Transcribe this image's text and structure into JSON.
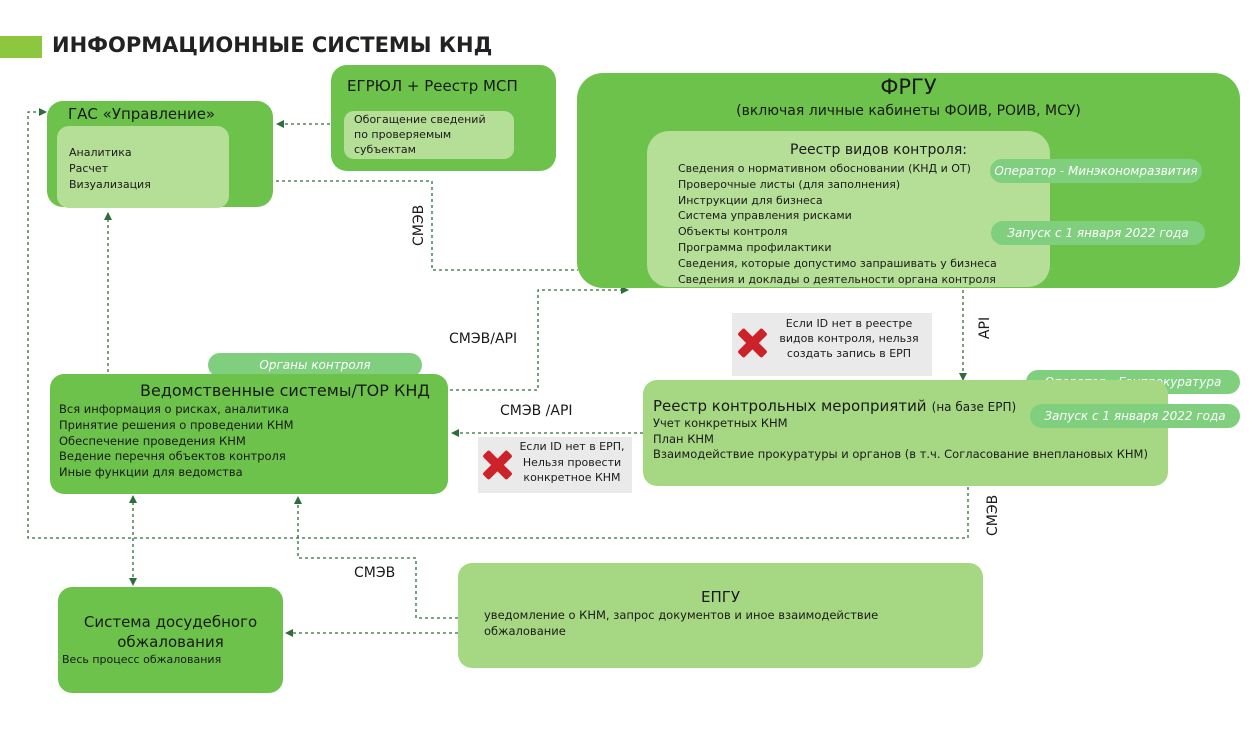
{
  "page_title": "ИНФОРМАЦИОННЫЕ СИСТЕМЫ КНД",
  "colors": {
    "dark_green": "#6cc24a",
    "light_green": "#a6d884",
    "pill_green": "#7fcf7f",
    "arrow": "#2e6e3a",
    "red_x": "#cc2229"
  },
  "gas": {
    "title": "ГАС «Управление»",
    "items": [
      "Аналитика",
      "Расчет",
      "Визуализация"
    ]
  },
  "egrul": {
    "title": "ЕГРЮЛ + Реестр МСП",
    "note": [
      "Обогащение сведений",
      "по проверяемым",
      "субъектам"
    ]
  },
  "frgu": {
    "title": "ФРГУ",
    "subtitle": "(включая личные кабинеты ФОИВ, РОИВ, МСУ)",
    "registry_title": "Реестр видов контроля:",
    "items": [
      "Сведения о нормативном обосновании (КНД и ОТ)",
      "Проверочные листы (для заполнения)",
      "Инструкции для бизнеса",
      "Система управления рисками",
      "Объекты контроля",
      "Программа профилактики",
      "Сведения, которые допустимо запрашивать у бизнеса",
      "Сведения и доклады о деятельности органа контроля"
    ],
    "operator": "Оператор - Минэкономразвития",
    "launch": "Запуск с 1 января 2022 года"
  },
  "vedom": {
    "pill": "Органы контроля",
    "title": "Ведомственные системы/ТОР КНД",
    "items": [
      "Вся информация о рисках, аналитика",
      "Принятие решения о проведении КНМ",
      "Обеспечение проведения КНМ",
      "Ведение перечня объектов контроля",
      "Иные функции для ведомства"
    ]
  },
  "erp": {
    "title": "Реестр контрольных мероприятий",
    "title_suffix": "(на базе ЕРП)",
    "items": [
      "Учет конкретных КНМ",
      "План КНМ",
      "Взаимодействие прокуратуры и органов (в т.ч. Согласование внеплановых КНМ)"
    ],
    "operator": "Оператор - Генпрокуратура",
    "launch": "Запуск с 1 января 2022 года"
  },
  "warn1": {
    "lines": [
      "Если ID нет в реестре",
      "видов контроля, нельзя",
      "создать запись в ЕРП"
    ]
  },
  "warn2": {
    "lines": [
      "Если ID нет в ЕРП,",
      "Нельзя провести",
      "конкретное КНМ"
    ]
  },
  "appeal": {
    "title": [
      "Система досудебного",
      "обжалования"
    ],
    "item": "Весь процесс обжалования"
  },
  "epgu": {
    "title": "ЕПГУ",
    "lines": [
      "уведомление о КНМ, запрос документов и иное взаимодействие",
      "обжалование"
    ]
  },
  "connector_labels": {
    "smev_top": "СМЭВ",
    "smev_api": "СМЭВ/API",
    "api": "API",
    "smev_api2": "СМЭВ /API",
    "smev_right": "СМЭВ",
    "smev_bottom": "СМЭВ"
  }
}
